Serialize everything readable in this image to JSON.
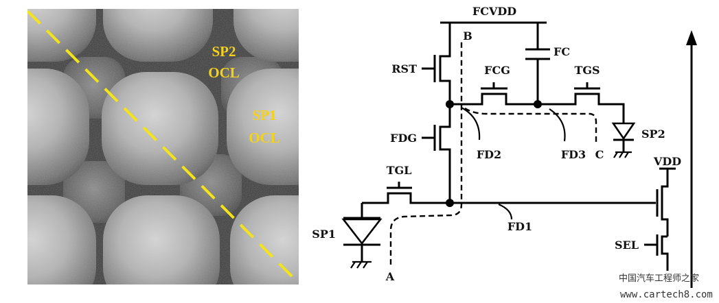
{
  "micrograph": {
    "labels": {
      "sp2_line1": "SP2",
      "sp2_line2": "OCL",
      "sp1_line1": "SP1",
      "sp1_line2": "OCL"
    },
    "colors": {
      "label": "#f4d21c",
      "diagonal": "#f2e31a"
    }
  },
  "schematic": {
    "labels": {
      "fcvdd": "FCVDD",
      "fc": "FC",
      "rst": "RST",
      "fcg": "FCG",
      "tgs": "TGS",
      "fdg": "FDG",
      "fd2": "FD2",
      "fd3": "FD3",
      "sp2": "SP2",
      "tgl": "TGL",
      "fd1": "FD1",
      "vdd": "VDD",
      "sp1": "SP1",
      "sel": "SEL",
      "path_a": "A",
      "path_b": "B",
      "path_c": "C"
    }
  },
  "watermark": {
    "chinese": "中国汽车工程师之家",
    "url": "www.cartech8.com"
  }
}
